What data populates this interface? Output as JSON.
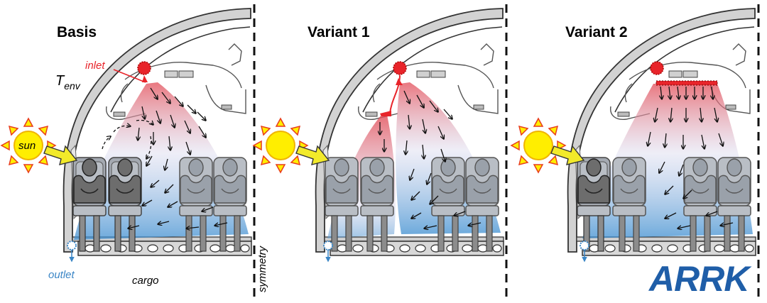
{
  "panels": [
    {
      "title": "Basis"
    },
    {
      "title": "Variant 1"
    },
    {
      "title": "Variant 2"
    }
  ],
  "labels": {
    "inlet": "inlet",
    "t_env_main": "T",
    "t_env_sub": "env",
    "sun": "sun",
    "outlet": "outlet",
    "cargo": "cargo",
    "symmetry": "symmetry"
  },
  "logo": {
    "text": "ARRK",
    "color": "#1f5ea8"
  },
  "colors": {
    "inlet_red": "#e8242a",
    "outlet_blue": "#3b86c6",
    "sun_yellow": "#ffee00",
    "sun_ray": "#f0b400",
    "arrow_yellow": "#f2ea2a",
    "seat_grey": "#8c8c8c",
    "structure": "#9e9e9e"
  },
  "icons": [
    "sun-icon",
    "arrk-logo-icon"
  ]
}
